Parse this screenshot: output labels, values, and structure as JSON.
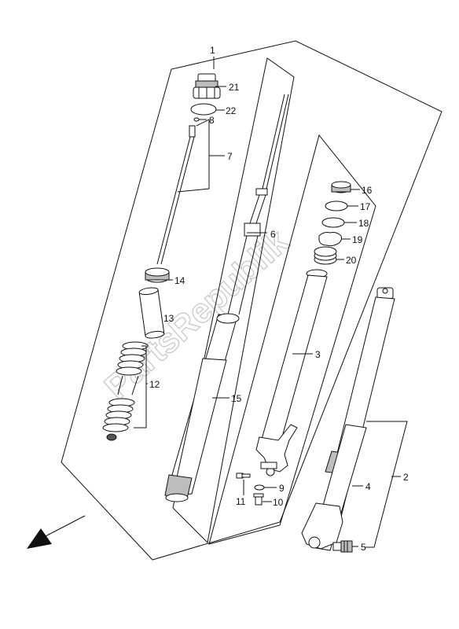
{
  "diagram": {
    "watermark": "PartsRepublik",
    "callouts": {
      "c1": "1",
      "c2": "2",
      "c3": "3",
      "c4": "4",
      "c5": "5",
      "c6": "6",
      "c7": "7",
      "c8": "8",
      "c9": "9",
      "c10": "10",
      "c11": "11",
      "c12": "12",
      "c13": "13",
      "c14": "14",
      "c15": "15",
      "c16": "16",
      "c17": "17",
      "c18": "18",
      "c19": "19",
      "c20": "20",
      "c21": "21",
      "c22": "22"
    },
    "icons": {
      "direction_arrow": "front-direction-arrow-icon"
    }
  }
}
